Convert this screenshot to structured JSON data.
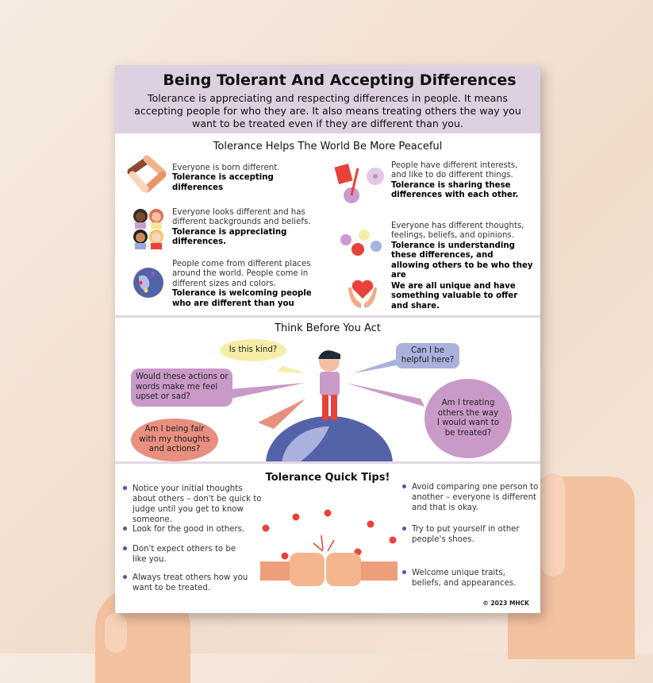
{
  "header": {
    "title": "Being Tolerant And Accepting Differences",
    "intro": "Tolerance is appreciating and respecting differences in people. It means accepting people for who they are. It also means treating others the way you want to be treated even if they are different than you."
  },
  "peaceful": {
    "title": "Tolerance Helps The World Be More Peaceful",
    "items": [
      {
        "icon": "joined-hands-icon",
        "text": "Everyone is born different.",
        "bold": "Tolerance is accepting differences"
      },
      {
        "icon": "diverse-kids-icon",
        "text": "Everyone looks different and has different backgrounds and beliefs.",
        "bold": "Tolerance is appreciating differences."
      },
      {
        "icon": "world-map-icon",
        "text": "People come from different places around the world. People come in different sizes and colors.",
        "bold": "Tolerance is welcoming people who are different than you"
      },
      {
        "icon": "hobbies-icon",
        "text": "People have different interests, and like to do different things.",
        "bold": "Tolerance is sharing these differences with each other."
      },
      {
        "icon": "speech-bubbles-icon",
        "text": "Everyone has different thoughts, feelings, beliefs, and opinions.",
        "bold": "Tolerance is understanding these differences, and allowing others to be who they are"
      },
      {
        "icon": "heart-in-hands-icon",
        "text": "",
        "bold": "We are all unique and have something valuable to offer and share."
      }
    ]
  },
  "think": {
    "title": "Think Before You Act",
    "bubbles": [
      "Is this kind?",
      "Can I be helpful here?",
      "Would these actions or words make me feel upset or sad?",
      "Am I treating others the way I would want to be treated?",
      "Am I being fair with my thoughts and actions?"
    ]
  },
  "tips": {
    "title": "Tolerance Quick Tips!",
    "left": [
      "Notice your initial thoughts about others – don't be quick to judge until you get to know someone.",
      "Look for the good in others.",
      "Don't expect others to be like you.",
      "Always treat others how you want to be treated."
    ],
    "right": [
      "Avoid comparing one person to another – everyone is different and that is okay.",
      "Try to put yourself in other people's shoes.",
      "Welcome unique traits, beliefs, and appearances."
    ]
  },
  "copyright": "© 2023 MHCK",
  "colors": {
    "header": "#dcd0e1",
    "bullet": "#4b55a8",
    "heart": "#e8423a",
    "lavender": "#c999c8",
    "coral": "#e98f80",
    "blue": "#a9b1dc",
    "yellow": "#f6eea8"
  }
}
